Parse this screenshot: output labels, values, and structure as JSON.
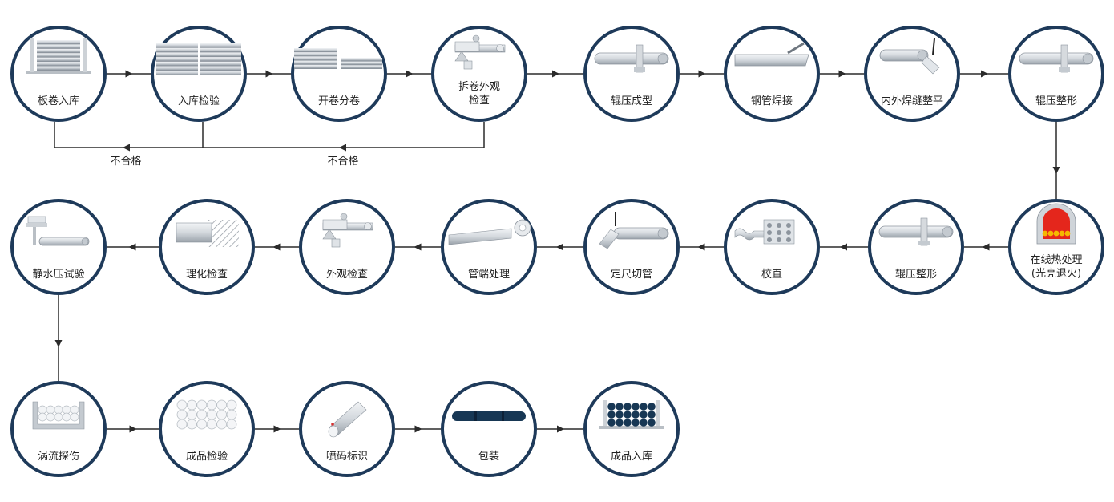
{
  "colors": {
    "ring": "#1e3a5a",
    "connector": "#2b2b2b",
    "steel_light": "#d9dde2",
    "steel_dark": "#8d959e",
    "coil_stripe": "#7f8891",
    "furnace_red": "#e4261c",
    "furnace_yellow": "#f5b800",
    "dark_pipe": "#173754"
  },
  "nodes": [
    {
      "id": "n1",
      "label": "板卷入库",
      "icon": "coil-storage-icon"
    },
    {
      "id": "n2",
      "label": "入库检验",
      "icon": "coil-inspection-icon"
    },
    {
      "id": "n3",
      "label": "开卷分卷",
      "icon": "uncoil-split-icon"
    },
    {
      "id": "n4",
      "label": "拆卷外观\n检查",
      "icon": "visual-inspection-icon"
    },
    {
      "id": "n5",
      "label": "辊压成型",
      "icon": "roll-forming-icon"
    },
    {
      "id": "n6",
      "label": "钢管焊接",
      "icon": "pipe-welding-icon"
    },
    {
      "id": "n7",
      "label": "内外焊缝整平",
      "icon": "weld-leveling-icon"
    },
    {
      "id": "n8",
      "label": "辊压整形",
      "icon": "roll-shaping-icon"
    },
    {
      "id": "n9",
      "label": "在线热处理\n(光亮退火)",
      "icon": "furnace-icon"
    },
    {
      "id": "n10",
      "label": "辊压整形",
      "icon": "roll-shaping-icon"
    },
    {
      "id": "n11",
      "label": "校直",
      "icon": "straightening-icon"
    },
    {
      "id": "n12",
      "label": "定尺切管",
      "icon": "cutting-icon"
    },
    {
      "id": "n13",
      "label": "管端处理",
      "icon": "pipe-end-icon"
    },
    {
      "id": "n14",
      "label": "外观检查",
      "icon": "visual-inspection-icon"
    },
    {
      "id": "n15",
      "label": "理化检查",
      "icon": "lab-test-icon"
    },
    {
      "id": "n16",
      "label": "静水压试验",
      "icon": "hydro-test-icon"
    },
    {
      "id": "n17",
      "label": "涡流探伤",
      "icon": "eddy-current-icon"
    },
    {
      "id": "n18",
      "label": "成品检验",
      "icon": "product-inspection-icon"
    },
    {
      "id": "n19",
      "label": "喷码标识",
      "icon": "marking-icon"
    },
    {
      "id": "n20",
      "label": "包装",
      "icon": "packing-icon"
    },
    {
      "id": "n21",
      "label": "成品入库",
      "icon": "product-storage-icon"
    }
  ],
  "reject_labels": [
    "不合格",
    "不合格"
  ]
}
